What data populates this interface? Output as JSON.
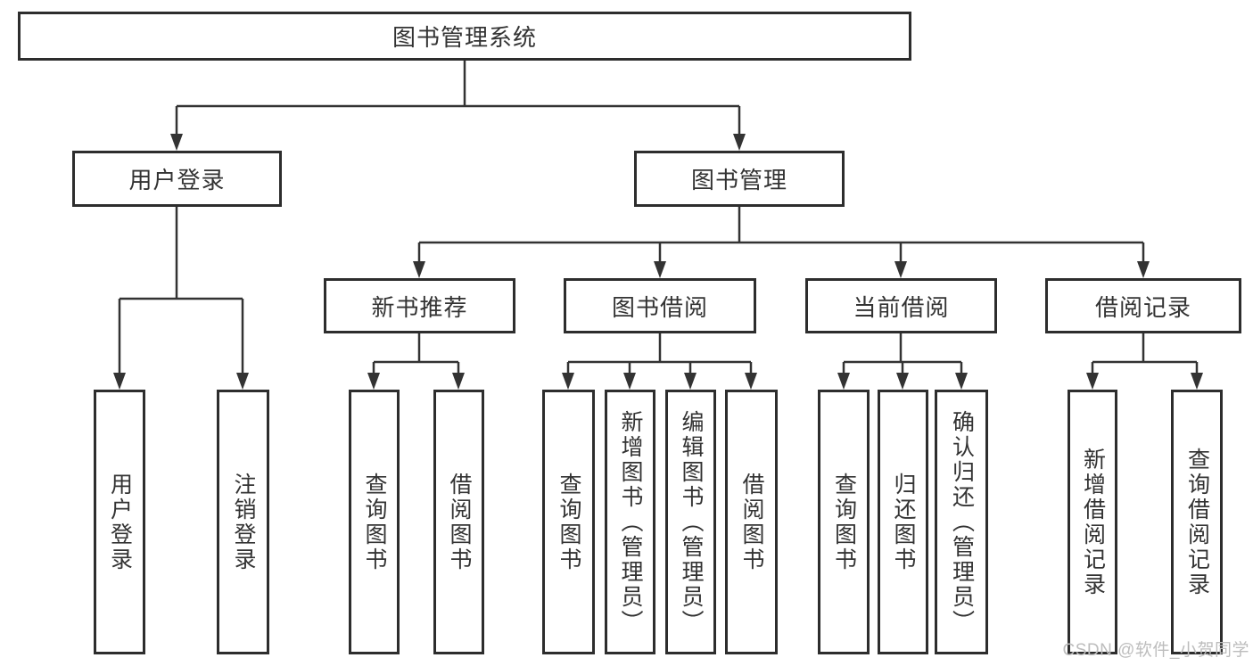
{
  "diagram": {
    "root": {
      "label": "图书管理系统"
    },
    "level2": [
      {
        "label": "用户登录",
        "children": [
          {
            "label": "用户登录"
          },
          {
            "label": "注销登录"
          }
        ]
      },
      {
        "label": "图书管理"
      }
    ],
    "level3": [
      {
        "label": "新书推荐",
        "children": [
          {
            "label": "查询图书"
          },
          {
            "label": "借阅图书"
          }
        ]
      },
      {
        "label": "图书借阅",
        "children": [
          {
            "label": "查询图书"
          },
          {
            "label": "新增图书（管理员）"
          },
          {
            "label": "编辑图书（管理员）"
          },
          {
            "label": "借阅图书"
          }
        ]
      },
      {
        "label": "当前借阅",
        "children": [
          {
            "label": "查询图书"
          },
          {
            "label": "归还图书"
          },
          {
            "label": "确认归还（管理员）"
          }
        ]
      },
      {
        "label": "借阅记录",
        "children": [
          {
            "label": "新增借阅记录"
          },
          {
            "label": "查询借阅记录"
          }
        ]
      }
    ]
  },
  "watermark": {
    "text": "CSDN @软件_小贺同学"
  },
  "colors": {
    "line": "#333333",
    "border": "#2d2d2d",
    "text": "#333333",
    "watermark": "#bdbdbd",
    "background": "#ffffff"
  }
}
